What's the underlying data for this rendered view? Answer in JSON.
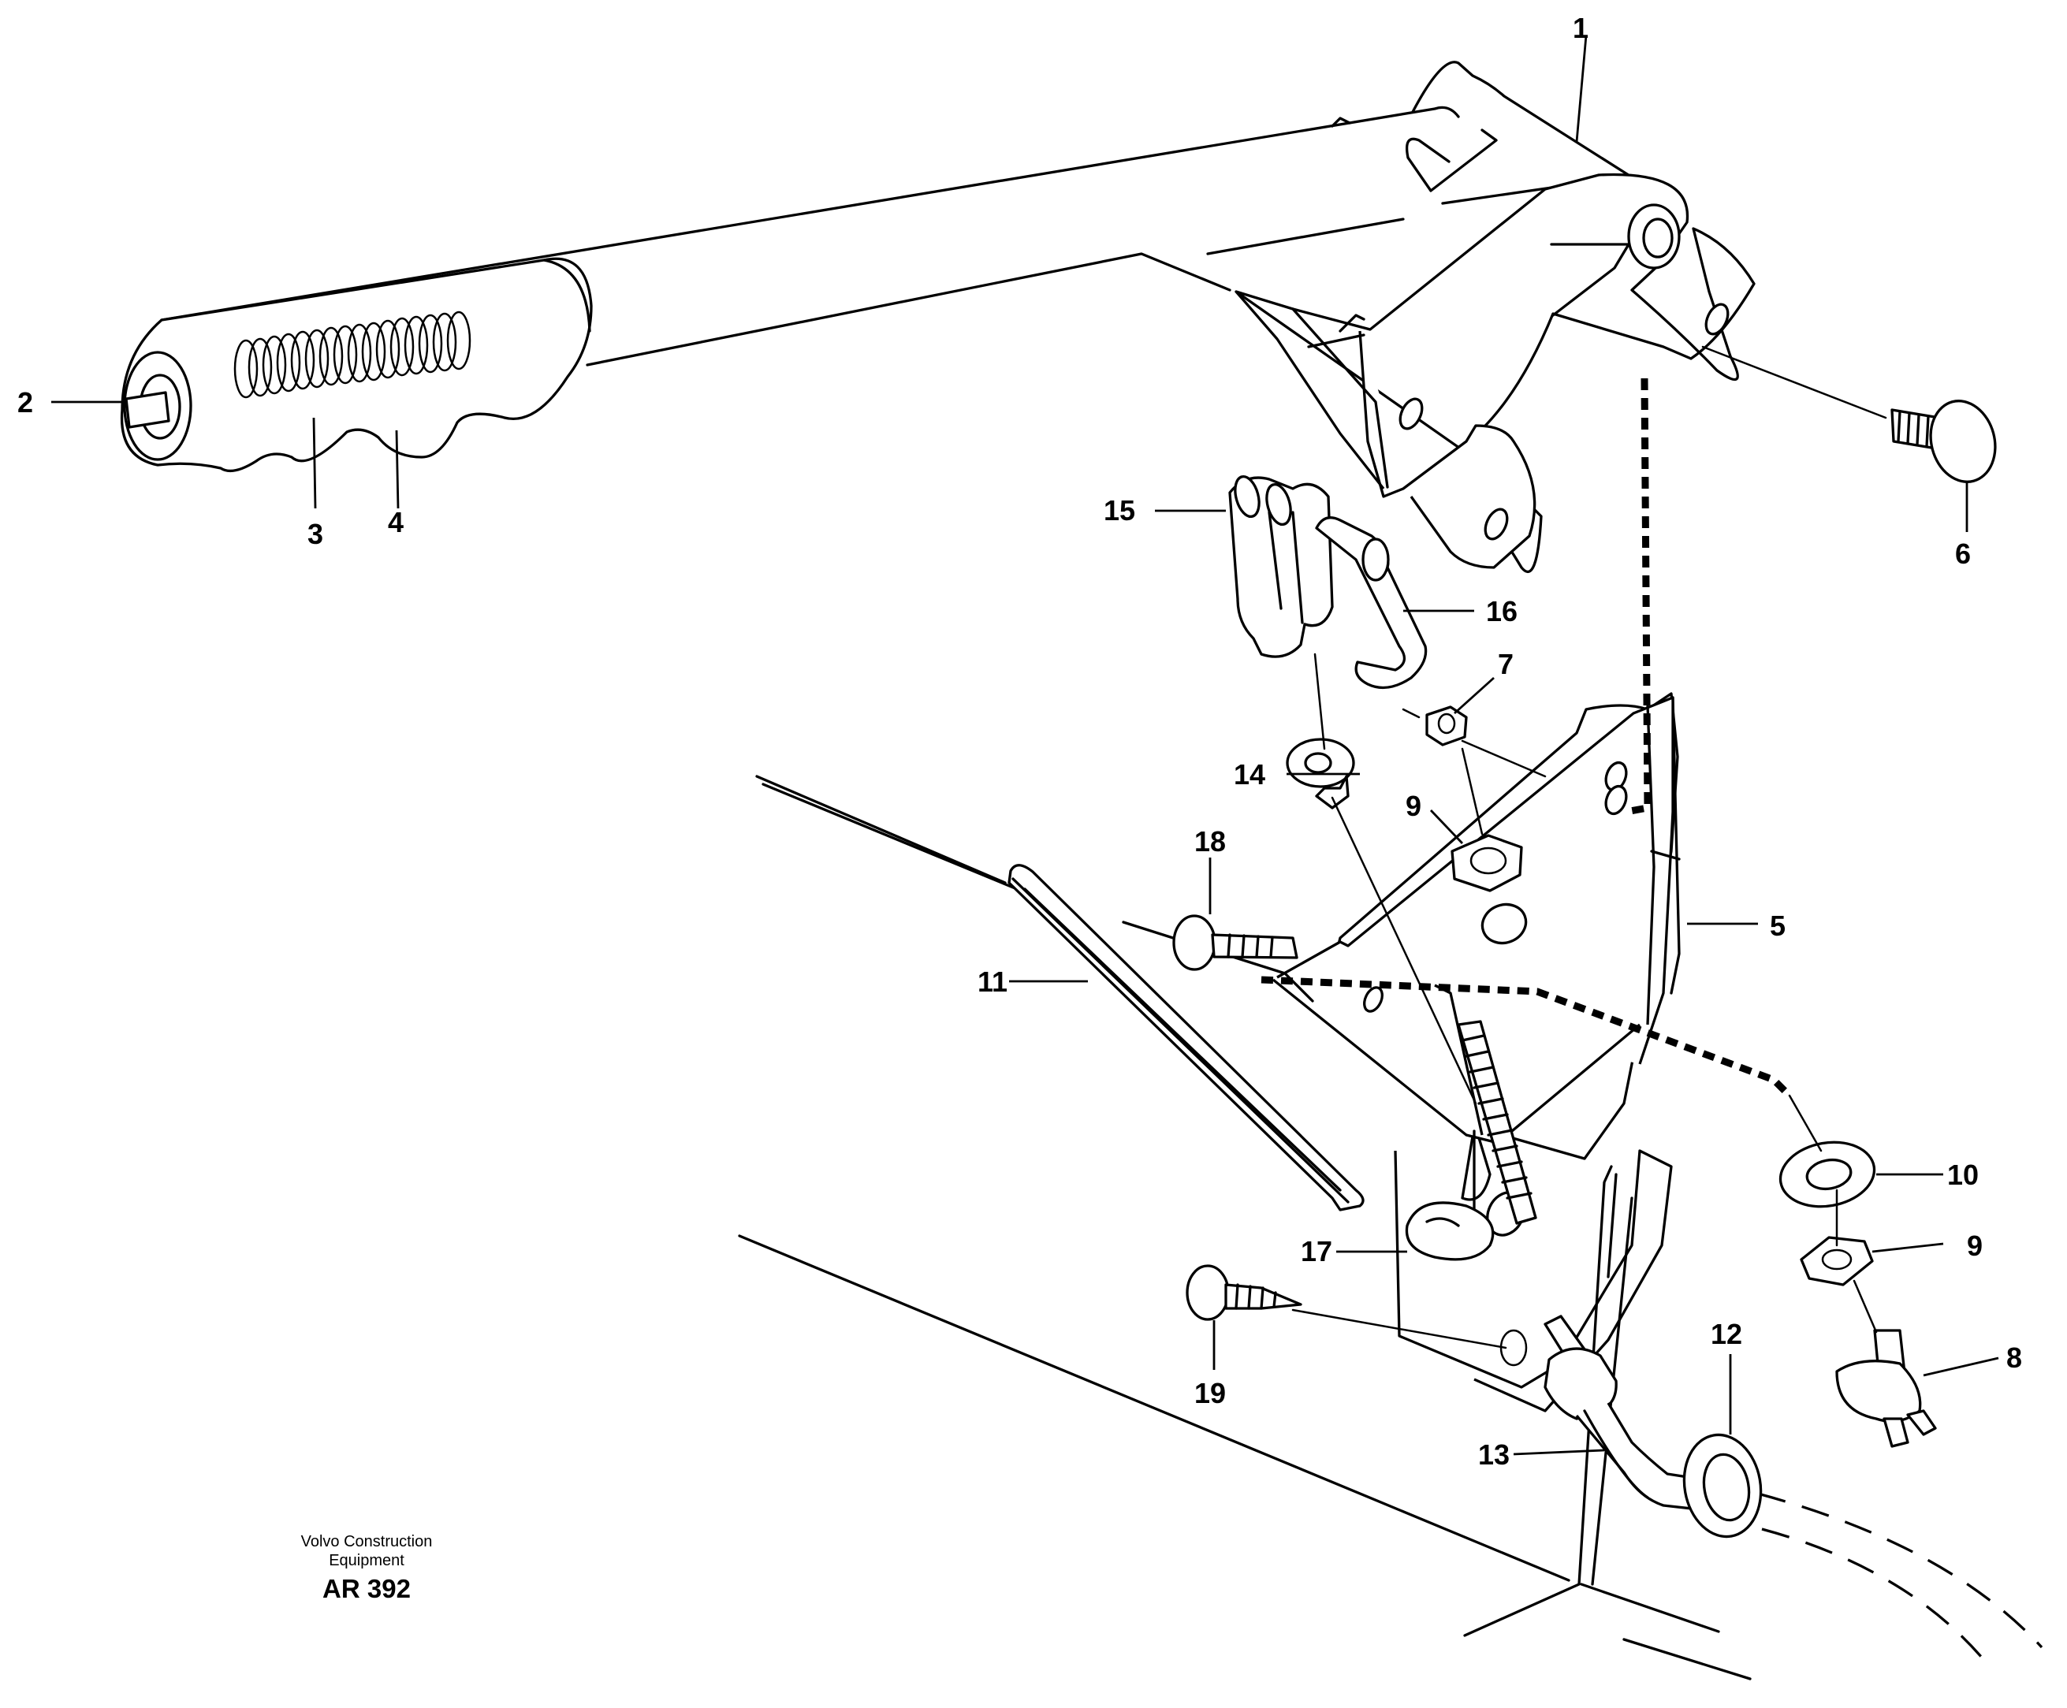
{
  "callouts": {
    "c1": "1",
    "c2": "2",
    "c3": "3",
    "c4": "4",
    "c5": "5",
    "c6": "6",
    "c7": "7",
    "c8": "8",
    "c9a": "9",
    "c9b": "9",
    "c10": "10",
    "c11": "11",
    "c12": "12",
    "c13": "13",
    "c14": "14",
    "c15": "15",
    "c16": "16",
    "c17": "17",
    "c18": "18",
    "c19": "19"
  },
  "credit": {
    "company_line1": "Volvo Construction",
    "company_line2": "Equipment",
    "code": "AR 392"
  }
}
